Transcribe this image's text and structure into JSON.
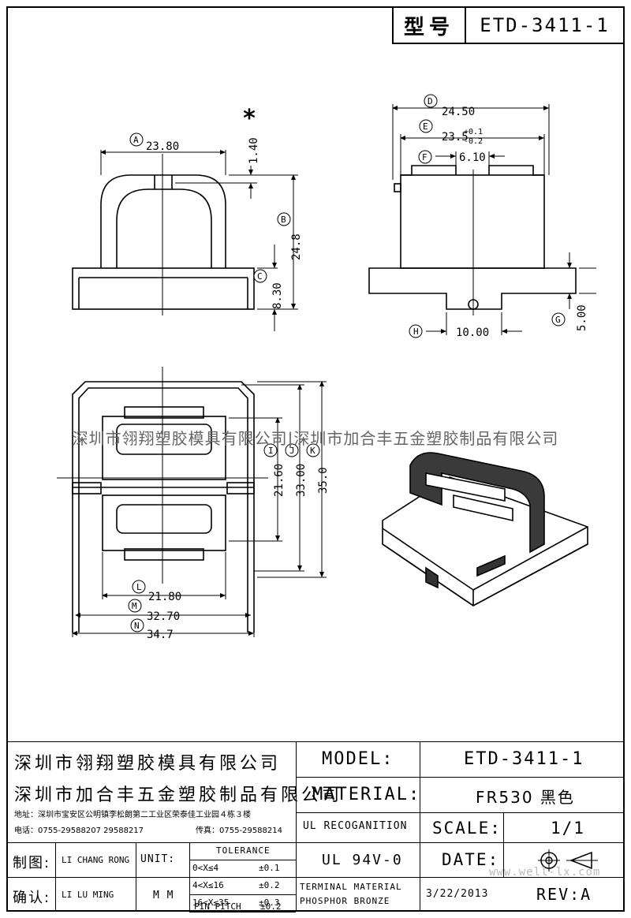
{
  "header": {
    "model_label": "型号",
    "model_value": "ETD-3411-1"
  },
  "watermark": "深圳市翎翔塑胶模具有限公司|深圳市加合丰五金塑胶制品有限公司",
  "watermark_url": "www.well-lx.com",
  "dimensions": {
    "A": "23.80",
    "B": "24.8",
    "C": "8.30",
    "star": "1.40",
    "star_mark": "*",
    "D": "24.50",
    "E": "23.5",
    "E_tol_plus": "+0.1",
    "E_tol_minus": "-0.2",
    "F": "6.10",
    "G": "5.00",
    "H": "10.00",
    "I": "21.60",
    "J": "33.00",
    "K": "35.0",
    "L": "21.80",
    "M": "32.70",
    "N": "34.7"
  },
  "labels": {
    "A": "A",
    "B": "B",
    "C": "C",
    "D": "D",
    "E": "E",
    "F": "F",
    "G": "G",
    "H": "H",
    "I": "I",
    "J": "J",
    "K": "K",
    "L": "L",
    "M": "M",
    "N": "N"
  },
  "title_block": {
    "company1": "深圳市翎翔塑胶模具有限公司",
    "company2": "深圳市加合丰五金塑胶制品有限公司",
    "address": "地址：深圳市宝安区公明镇李松朗第二工业区荣泰佳工业园４栋３楼",
    "phone": "电话：0755-29588207  29588217",
    "fax": "传真：0755-29588214",
    "model_label": "MODEL:",
    "model_value": "ETD-3411-1",
    "material_label": "MATERIAL:",
    "material_value": "FR530 黑色",
    "ul_label": "UL RECOGANITION",
    "ul_value": "UL 94V-0",
    "scale_label": "SCALE:",
    "scale_value": "1/1",
    "date_label": "DATE:",
    "date_value": "3/22/2013",
    "rev_label": "REV:A",
    "terminal_line1": "TERMINAL MATERIAL",
    "terminal_line2": "PHOSPHOR  BRONZE",
    "drawn_label": "制图:",
    "drawn_value": "LI CHANG RONG",
    "check_label": "确认:",
    "check_value": "LI LU MING",
    "unit_label": "UNIT:",
    "unit_value": "M M",
    "tolerance_title": "TOLERANCE",
    "tolerances": [
      {
        "range": "0<X≤4",
        "value": "±0.1"
      },
      {
        "range": "4<X≤16",
        "value": "±0.2"
      },
      {
        "range": "16<X≤35",
        "value": "±0.3"
      },
      {
        "range": "PIN PITCH",
        "value": "±0.2"
      }
    ]
  }
}
